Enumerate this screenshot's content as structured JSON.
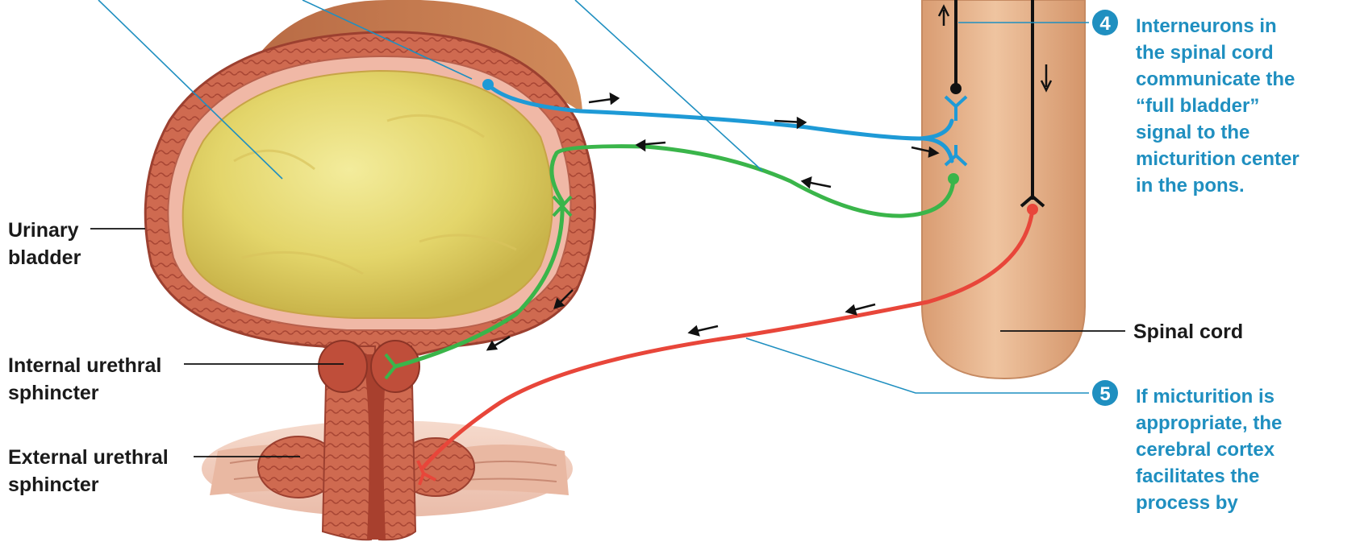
{
  "labels": {
    "urinary_bladder": [
      "Urinary",
      "bladder"
    ],
    "internal_sphincter": [
      "Internal urethral",
      "sphincter"
    ],
    "external_sphincter": [
      "External urethral",
      "sphincter"
    ],
    "spinal_cord": "Spinal cord"
  },
  "steps": [
    {
      "number": "4",
      "lines": [
        "Interneurons in",
        "the spinal cord",
        "communicate the",
        "“full bladder”",
        "signal to the",
        "micturition center",
        "in the pons."
      ]
    },
    {
      "number": "5",
      "lines": [
        "If micturition is",
        "appropriate, the",
        "cerebral cortex",
        "facilitates the",
        "process by"
      ]
    }
  ],
  "colors": {
    "afferent": "#1e9ad6",
    "parasympathetic": "#3ab54a",
    "somatic": "#e8463a",
    "step_text": "#1f8fc0",
    "leader": "#1f8fc0",
    "spinal_cord": "#e6b48c",
    "bladder_wall": "#c8624a",
    "bladder_lumen": "#e8dc78"
  }
}
